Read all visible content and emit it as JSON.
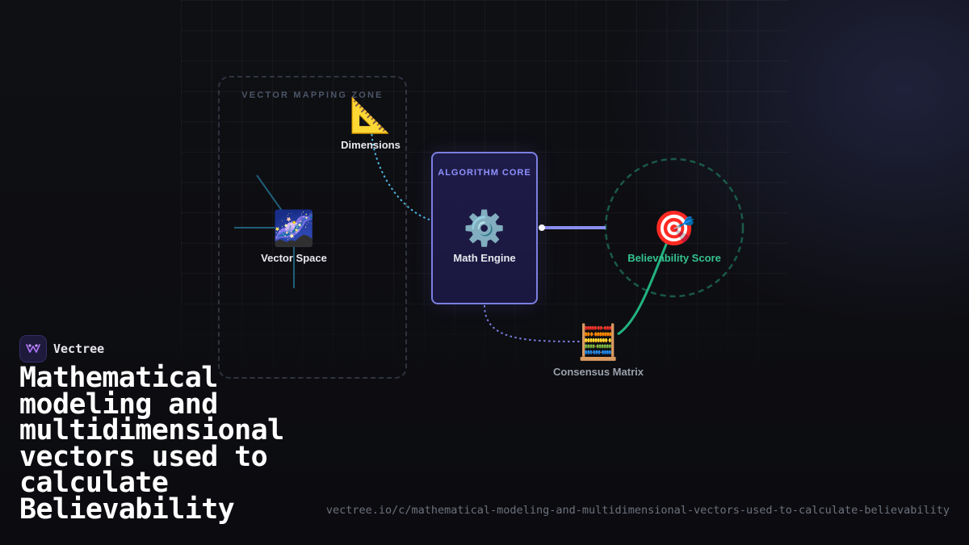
{
  "diagram": {
    "zone": {
      "label": "VECTOR MAPPING ZONE"
    },
    "core": {
      "label": "ALGORITHM CORE"
    },
    "nodes": {
      "dimensions": {
        "icon": "📐",
        "icon_name": "triangular-ruler-icon",
        "label": "Dimensions"
      },
      "vector_space": {
        "icon": "🌌",
        "icon_name": "milky-way-icon",
        "label": "Vector Space"
      },
      "math_engine": {
        "icon": "⚙️",
        "icon_name": "gear-icon",
        "label": "Math Engine"
      },
      "believability_score": {
        "icon": "🎯",
        "icon_name": "direct-hit-target-icon",
        "label": "Believability Score"
      },
      "consensus_matrix": {
        "icon": "🧮",
        "icon_name": "abacus-icon",
        "label": "Consensus Matrix"
      }
    },
    "colors": {
      "accent": "#7b7fe0",
      "success": "#34c38f",
      "cyan": "#4fb8e0"
    }
  },
  "brand": {
    "name": "Vectree",
    "logo_icon": "vectree-logo-icon"
  },
  "headline": "Mathematical modeling and multidimensional vectors used to calculate Believability",
  "url": "vectree.io/c/mathematical-modeling-and-multidimensional-vectors-used-to-calculate-believability"
}
